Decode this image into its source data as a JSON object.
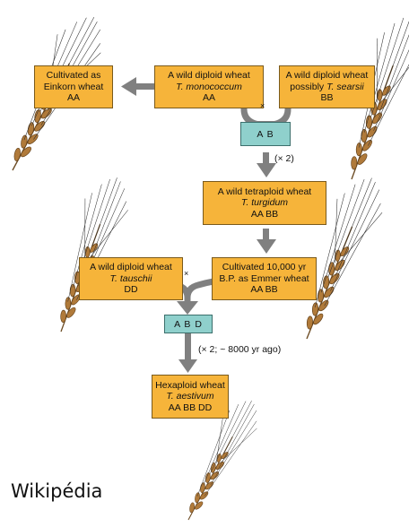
{
  "boxes": {
    "einkorn": {
      "line1": "Cultivated as",
      "line2": "Einkorn wheat",
      "genome": "AA"
    },
    "monococcum": {
      "line1": "A wild diploid wheat",
      "species": "T. monococcum",
      "genome": "AA"
    },
    "searsii": {
      "line1": "A wild diploid wheat",
      "line2": "possibly",
      "species": "T. searsii",
      "genome": "BB"
    },
    "hybrid_ab": {
      "label": "A B"
    },
    "turgidum": {
      "line1": "A wild tetraploid wheat",
      "species": "T. turgidum",
      "genome": "AA BB"
    },
    "tauschii": {
      "line1": "A wild diploid wheat",
      "species": "T. tauschii",
      "genome": "DD"
    },
    "emmer": {
      "line1": "Cultivated 10,000 yr",
      "line2": "B.P. as Emmer wheat",
      "genome": "AA BB"
    },
    "hybrid_abd": {
      "label": "A B D"
    },
    "aestivum": {
      "line1": "Hexaploid wheat",
      "species": "T. aestivum",
      "genome": "AA BB DD"
    }
  },
  "notes": {
    "cross1": "×",
    "cross2": "×",
    "double1": "(× 2)",
    "double2": "(× 2; ~ 8000 yr ago)"
  },
  "credit": "Wikipédia",
  "colors": {
    "box": "#f6b43a",
    "hybrid": "#8fd0cc",
    "arrow": "#808080",
    "wheat": "#b07a3a"
  }
}
